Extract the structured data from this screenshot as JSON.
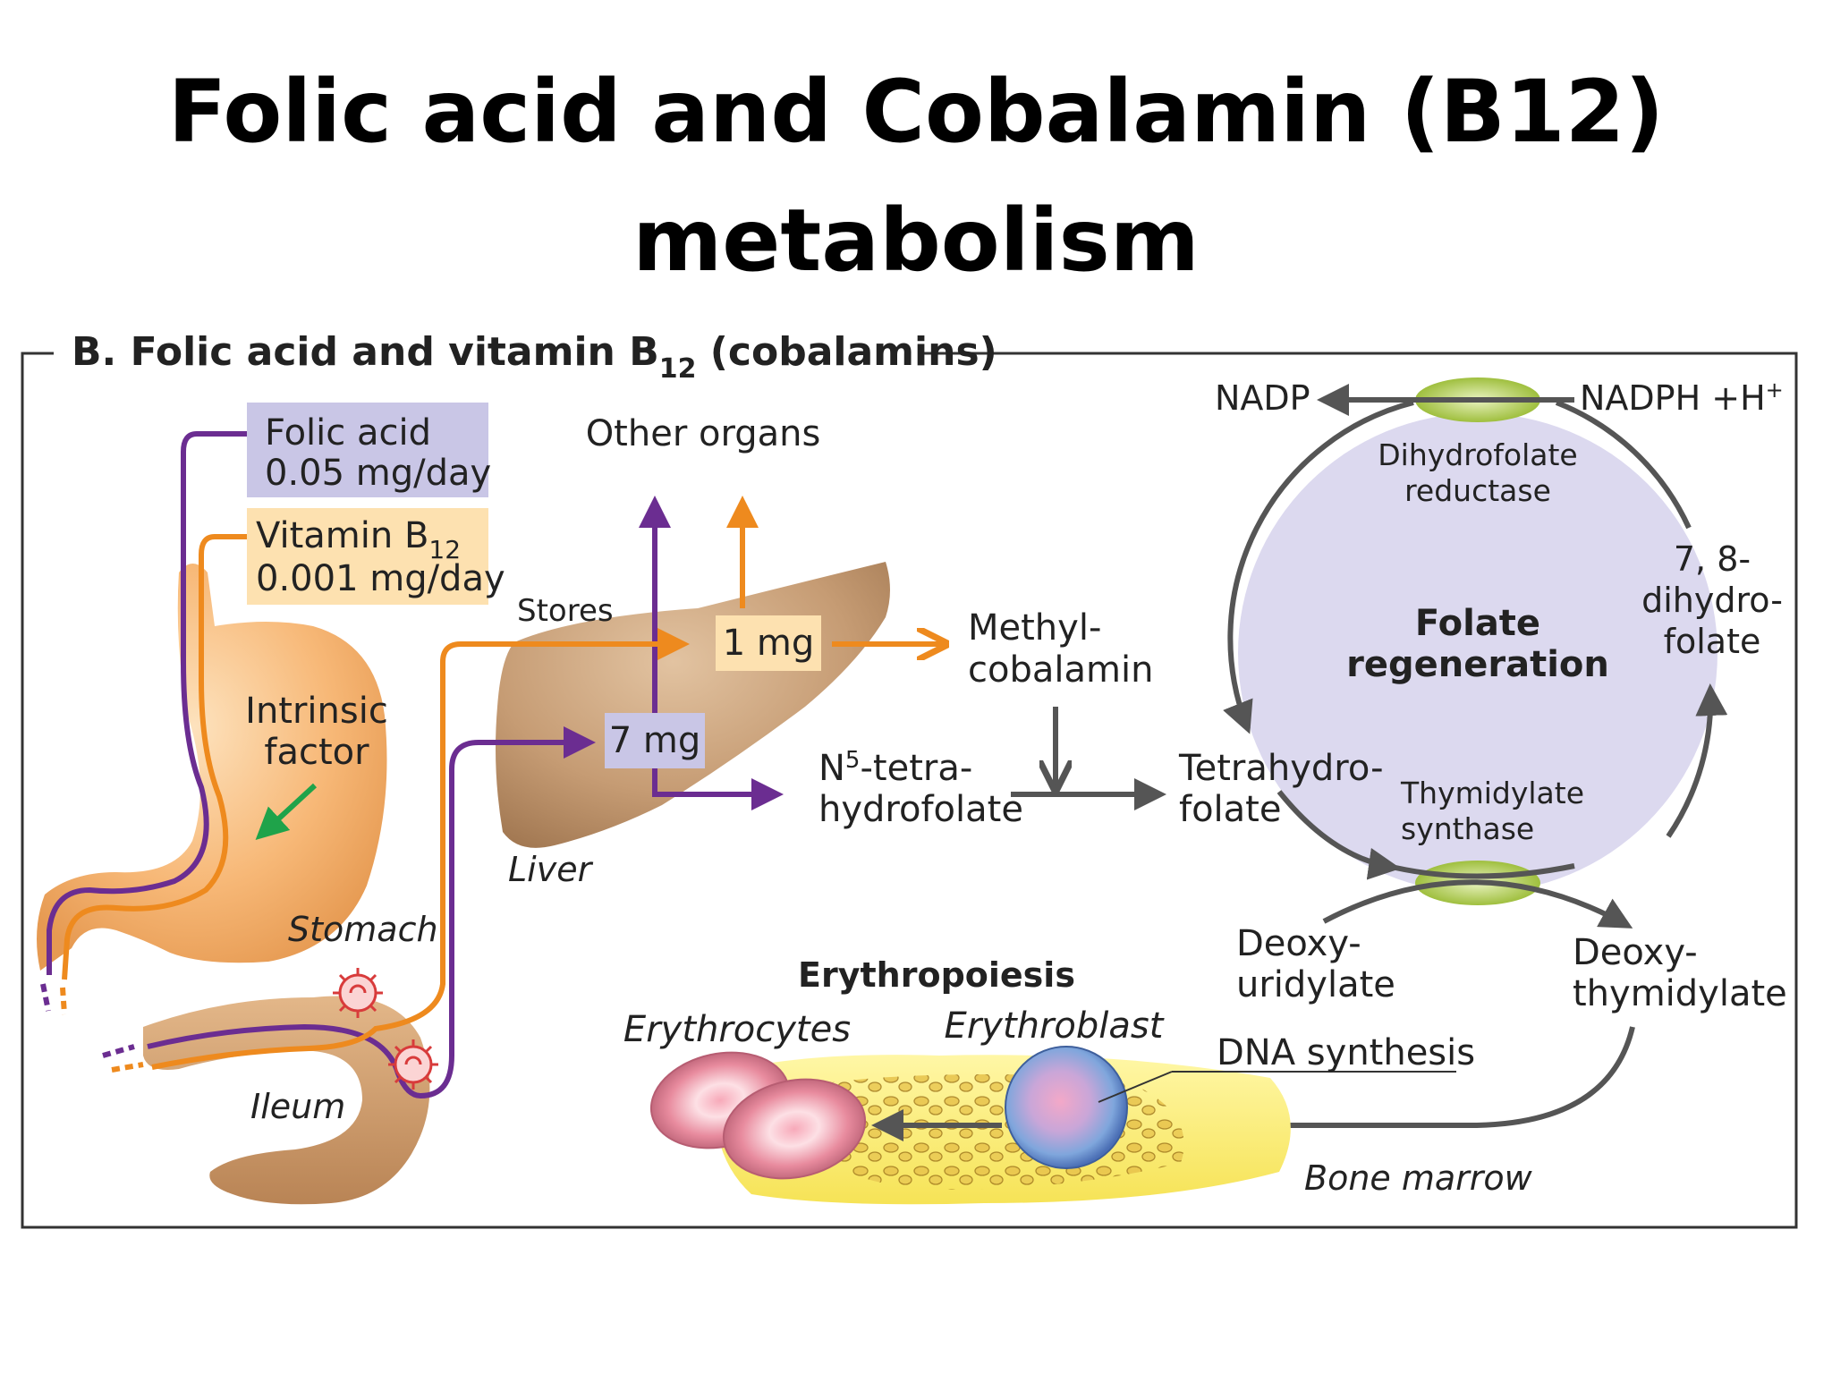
{
  "title_line1": "Folic acid and Cobalamin (B12)",
  "title_line2": "metabolism",
  "panel": {
    "label_main": "B.  Folic acid and vitamin B",
    "label_sub": "12",
    "label_tail": " (cobalamins)"
  },
  "intake": {
    "folic_name": "Folic acid",
    "folic_amount": "0.05 mg/day",
    "b12_name": "Vitamin B",
    "b12_sub": "12",
    "b12_amount": "0.001 mg/day"
  },
  "anatomy": {
    "intrinsic_1": "Intrinsic",
    "intrinsic_2": "factor",
    "stomach": "Stomach",
    "ileum": "Ileum",
    "liver": "Liver",
    "stores": "Stores",
    "other_organs": "Other organs",
    "store_b12": "1 mg",
    "store_folate": "7 mg"
  },
  "pathway": {
    "methyl_1": "Methyl-",
    "methyl_2": "cobalamin",
    "n5_pre": "N",
    "n5_sup": "5",
    "n5_post": "-tetra-",
    "n5_2": "hydrofolate",
    "thf_1": "Tetrahydro-",
    "thf_2": "folate"
  },
  "cycle": {
    "nadp": "NADP",
    "nadph": "NADPH +H",
    "nadph_sup": "+",
    "dhfr_1": "Dihydrofolate",
    "dhfr_2": "reductase",
    "center_1": "Folate",
    "center_2": "regeneration",
    "dhf_1": "7, 8-",
    "dhf_2": "dihydro-",
    "dhf_3": "folate",
    "ts_1": "Thymidylate",
    "ts_2": "synthase",
    "dump_1": "Deoxy-",
    "dump_2": "uridylate",
    "dtmp_1": "Deoxy-",
    "dtmp_2": "thymidylate"
  },
  "marrow": {
    "title": "Erythropoiesis",
    "erythrocytes": "Erythrocytes",
    "erythroblast": "Erythroblast",
    "dna": "DNA synthesis",
    "bone_marrow": "Bone marrow"
  },
  "colors": {
    "folate": "#6b2d91",
    "b12": "#ee8a1e",
    "folate_box": "#c9c6e6",
    "b12_box": "#fde1b0",
    "cycle_fill": "#dcd9ef",
    "arrow_gray": "#555555",
    "enzyme_green": "#b5d25a",
    "intrinsic_arrow": "#1fa34a"
  },
  "icons": [
    "receptor-icon",
    "enzyme-icon"
  ]
}
